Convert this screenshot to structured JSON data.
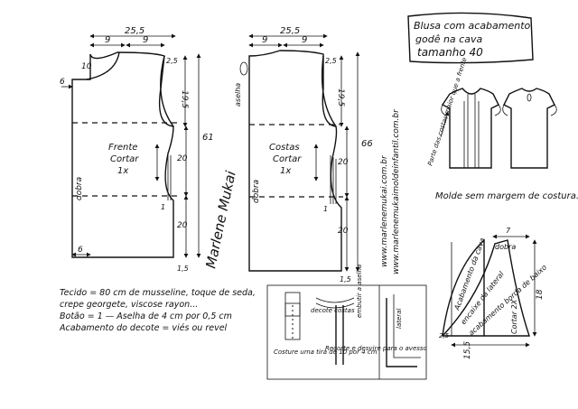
{
  "title": {
    "line1": "Blusa com acabamento",
    "line2": "godê na cava",
    "line3": "tamanho 40"
  },
  "front": {
    "piece_label": "Frente",
    "cut_label": "Cortar",
    "qty": "1x",
    "fold_label": "dobra",
    "width_top": "25,5",
    "neck_width": "9",
    "shoulder": "9",
    "neck_drop": "10",
    "shoulder_drop": "2,5",
    "left_offset": "6",
    "armhole_depth": "19,5",
    "total_length": "61",
    "mid_segment": "20",
    "lower_segment": "20",
    "hem_extension": "1,5",
    "hem_width": "6",
    "side_mark": "1"
  },
  "back": {
    "piece_label": "Costas",
    "cut_label": "Cortar",
    "qty": "1x",
    "fold_label": "dobra",
    "width_top": "25,5",
    "neck_width": "9",
    "shoulder": "9",
    "shoulder_drop": "2,5",
    "loop_label": "aselha",
    "armhole_depth": "19,5",
    "total_length": "66",
    "mid_segment": "20",
    "lower_segment": "20",
    "hem_extension": "1,5",
    "side_mark": "1"
  },
  "signature": "Marlene Mukai",
  "vertical_urls": {
    "url1": "www.marlenemukai.com.br",
    "url2": "www.marlenemukaimoldeinfantil.com.br"
  },
  "notes": {
    "fabric": "Tecido = 80 cm de musseline, toque de seda, crepe georgete, viscose rayon...",
    "button": "Botão = 1 — Aselha de 4 cm por 0,5 cm",
    "finish": "Acabamento do decote = viés ou revel"
  },
  "details": {
    "step1": "Costure uma tira de 10 por 4 cm",
    "decote_costas": "decote costas",
    "embutir": "embutir a aselha",
    "step2": "Recorte e desvire para o avesso",
    "lateral": "lateral"
  },
  "illustration": {
    "arrow_note": "Parte das costas maior que a frente",
    "caption": "Molde sem margem de costura."
  },
  "godet": {
    "dobra": "dobra",
    "fold_len": "7",
    "curve1": "Acabamento da cava",
    "curve2": "encaixe da lateral",
    "curve3": "acabamento borda de baixo",
    "cut": "Cortar 2X",
    "height": "18",
    "base": "15,5",
    "small": "2,5"
  }
}
